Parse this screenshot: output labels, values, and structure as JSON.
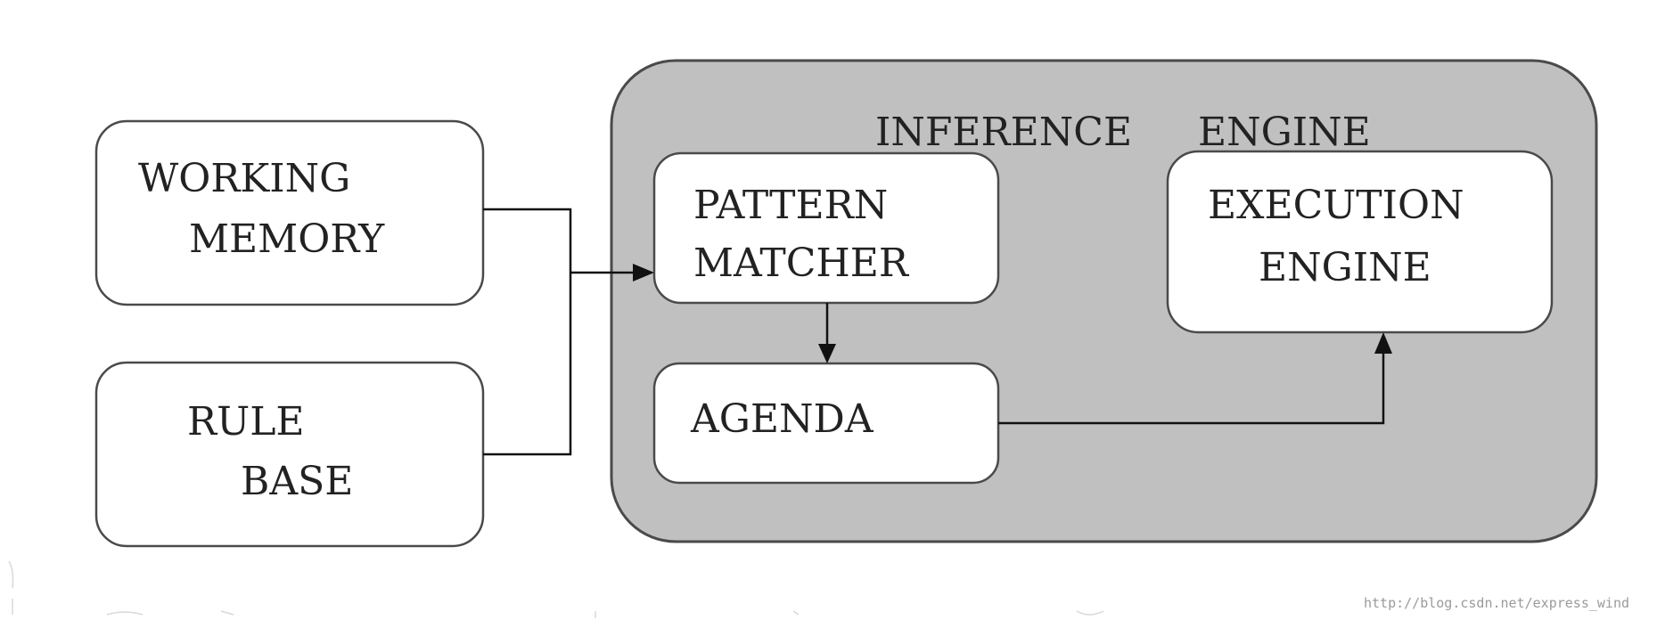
{
  "title": {
    "word1": "INFERENCE",
    "word2": "ENGINE"
  },
  "nodes": {
    "working_memory": {
      "line1": "WORKING",
      "line2": "MEMORY"
    },
    "rule_base": {
      "line1": "RULE",
      "line2": "BASE"
    },
    "pattern_matcher": {
      "line1": "PATTERN",
      "line2": "MATCHER"
    },
    "agenda": {
      "line1": "AGENDA"
    },
    "execution_engine": {
      "line1": "EXECUTION",
      "line2": "ENGINE"
    }
  },
  "watermark": "http://blog.csdn.net/express_wind",
  "colors": {
    "engine_fill": "#c0c0c0",
    "box_fill": "#ffffff",
    "outline": "#4a4a4a",
    "arrow": "#111111"
  }
}
